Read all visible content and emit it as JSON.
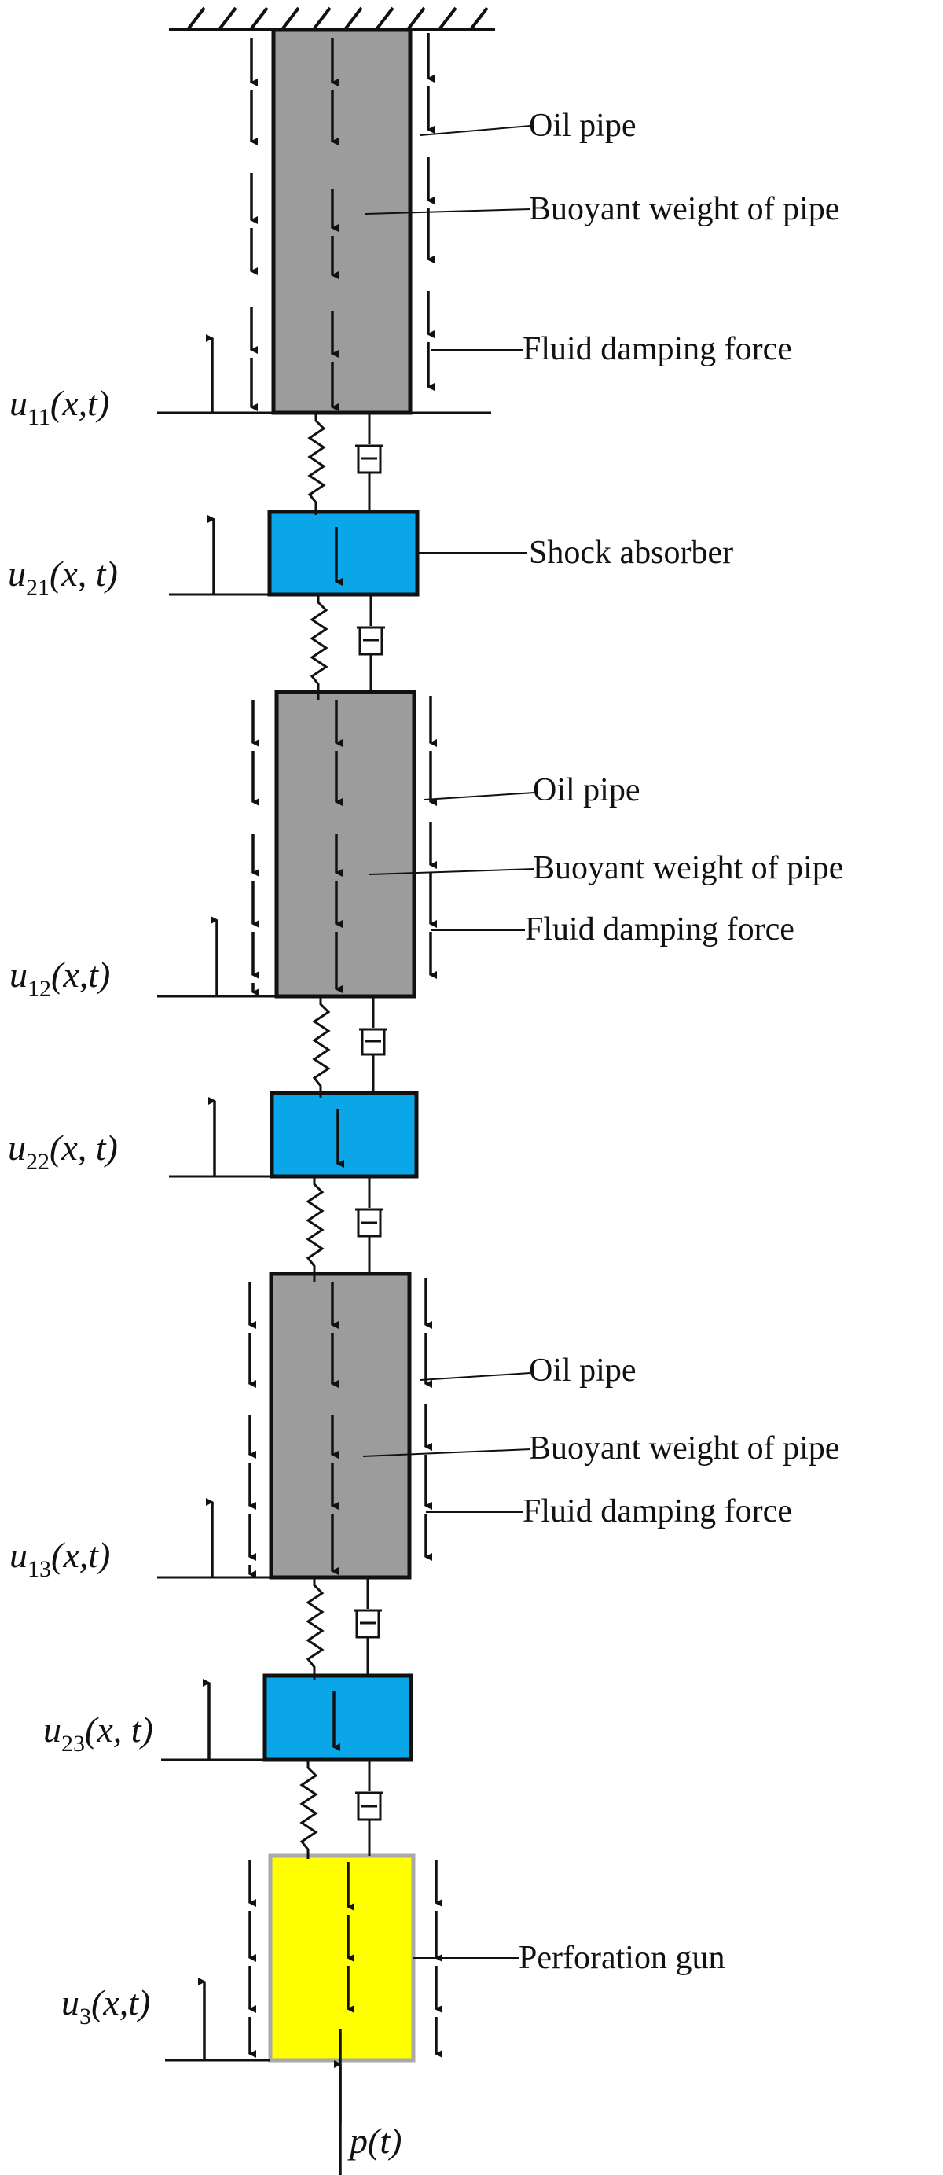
{
  "labels": {
    "oil_pipe": "Oil pipe",
    "buoyant_weight": "Buoyant weight of pipe",
    "fluid_damping": "Fluid damping force",
    "shock_absorber": "Shock absorber",
    "perforation_gun": "Perforation gun"
  },
  "variables": {
    "u11": {
      "base": "u",
      "sub": "11",
      "args": "(x,t)"
    },
    "u21": {
      "base": "u",
      "sub": "21",
      "args": "(x, t)"
    },
    "u12": {
      "base": "u",
      "sub": "12",
      "args": "(x,t)"
    },
    "u22": {
      "base": "u",
      "sub": "22",
      "args": "(x, t)"
    },
    "u13": {
      "base": "u",
      "sub": "13",
      "args": "(x,t)"
    },
    "u23": {
      "base": "u",
      "sub": "23",
      "args": "(x, t)"
    },
    "u3": {
      "base": "u",
      "sub": "3",
      "args": "(x,t)"
    },
    "p": {
      "base": "p",
      "sub": "",
      "args": "(t)"
    }
  },
  "colors": {
    "oil_pipe_fill": "#9c9c9c",
    "shock_absorber_fill": "#0aa6e8",
    "perforation_gun_fill": "#ffff00",
    "perforation_gun_border": "#a9a9a9",
    "line": "#111111"
  }
}
